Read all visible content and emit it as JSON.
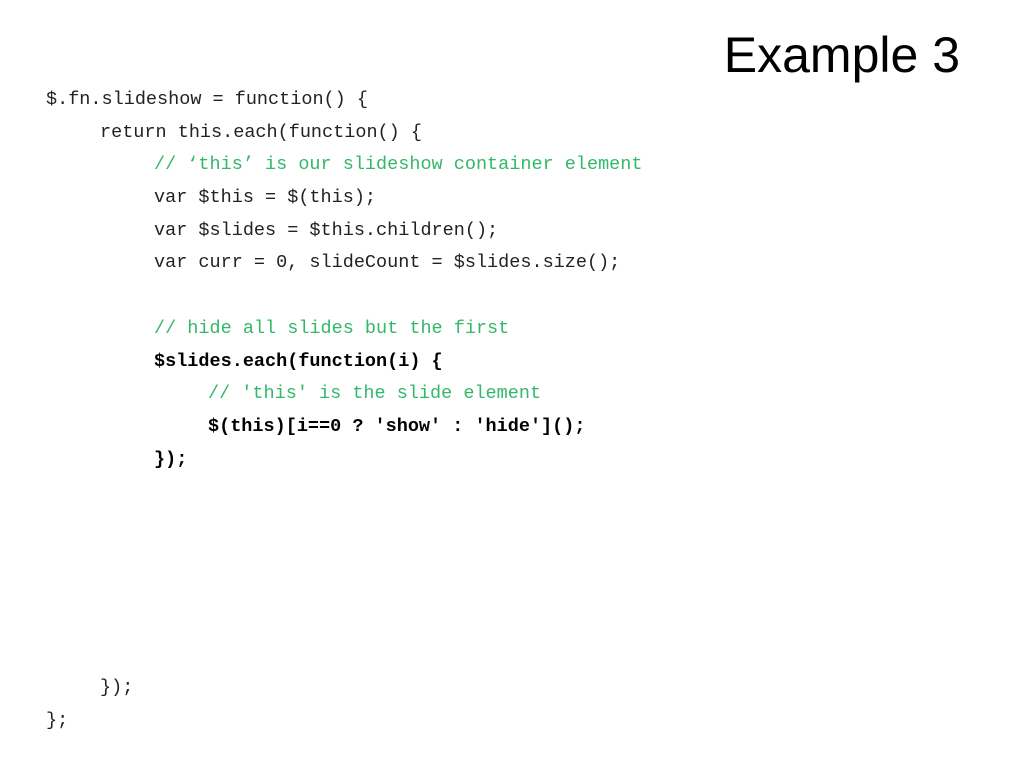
{
  "slide": {
    "title": "Example 3",
    "code_lines": {
      "l1": "$.fn.slideshow = function() {",
      "l2": "return this.each(function() {",
      "l3": "// ‘this’ is our slideshow container element",
      "l4": "var $this = $(this);",
      "l5": "var $slides = $this.children();",
      "l6": "var curr = 0, slideCount = $slides.size();",
      "l7": "// hide all slides but the first",
      "l8": "$slides.each(function(i) {",
      "l9": "// 'this' is the slide element",
      "l10": "$(this)[i==0 ? 'show' : 'hide']();",
      "l11": "});",
      "l12": "});",
      "l13": "};"
    }
  },
  "colors": {
    "code": "#222222",
    "comment": "#33b86a",
    "bold": "#000000"
  }
}
